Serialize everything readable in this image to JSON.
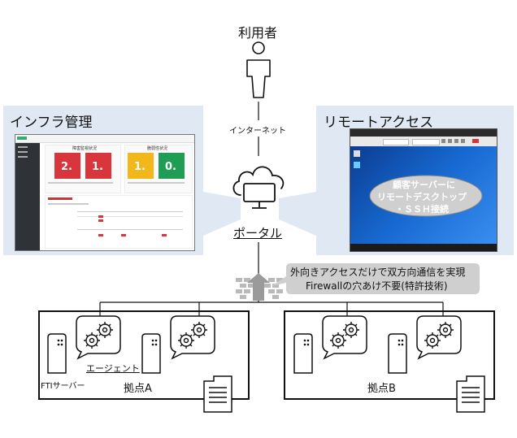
{
  "user": {
    "label": "利用者"
  },
  "internet": {
    "label": "インターネット"
  },
  "infra": {
    "title": "インフラ管理",
    "dash": {
      "left_header": "障害監視状況",
      "right_header": "脆弱性状況",
      "num1": "2.",
      "num2": "1.",
      "num3": "1.",
      "num4": "0."
    }
  },
  "remote": {
    "title": "リモートアクセス",
    "bubble_line1": "顧客サーバーに",
    "bubble_line2": "リモートデスクトップ",
    "bubble_line3": "・ＳＳＨ接続"
  },
  "portal": {
    "label": "ポータル"
  },
  "firewall": {
    "line1": "外向きアクセスだけで双方向通信を実現",
    "line2": "Firewallの穴あけ不要(特許技術)"
  },
  "siteA": {
    "label": "拠点A",
    "agent": "エージェント",
    "server": "FTIサーバー"
  },
  "siteB": {
    "label": "拠点B"
  },
  "colors": {
    "panel": "#dfe8f3",
    "red": "#d9353c",
    "yellow": "#f2b81b",
    "green": "#1f9d55",
    "callout": "#cfcfcf"
  }
}
